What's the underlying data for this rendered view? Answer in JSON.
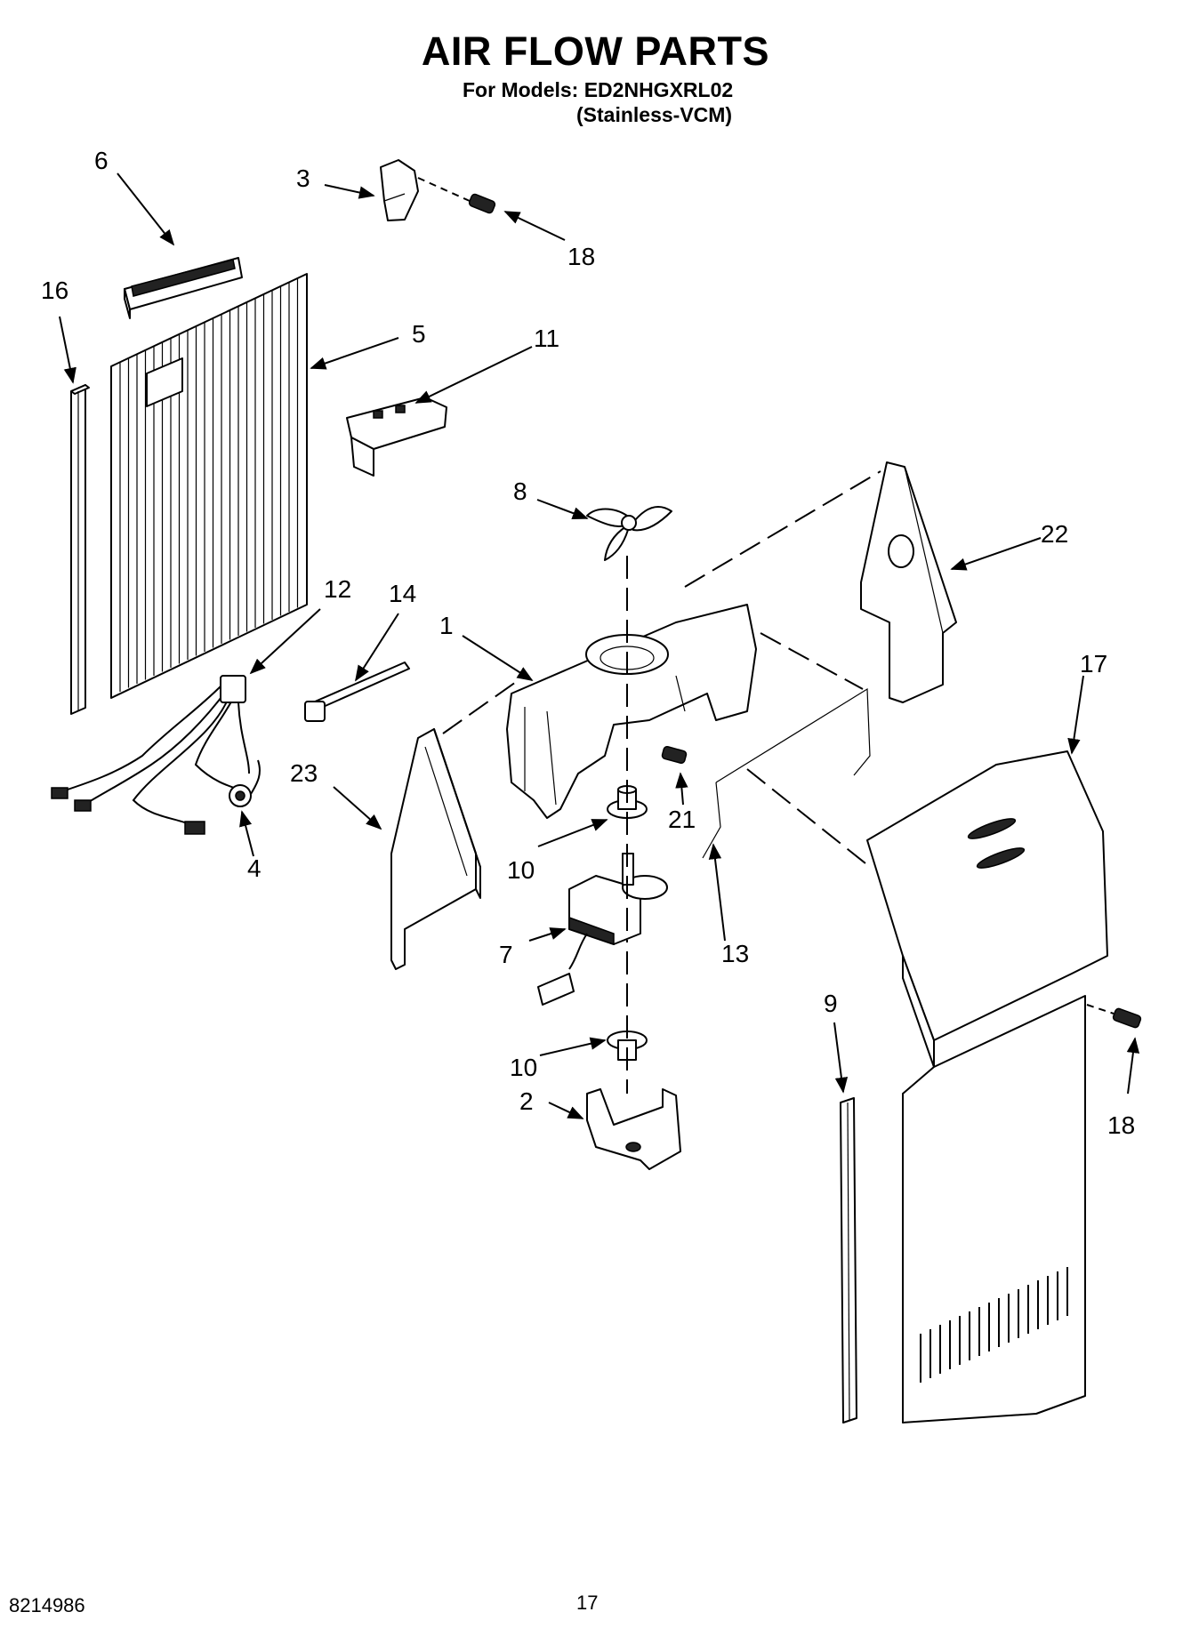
{
  "header": {
    "title": "AIR FLOW PARTS",
    "models_line": "For Models: ED2NHGXRL02",
    "variant_line": "(Stainless-VCM)"
  },
  "footer": {
    "doc_number": "8214986",
    "page_number": "17"
  },
  "callouts": {
    "c1": "1",
    "c2": "2",
    "c3": "3",
    "c4": "4",
    "c5": "5",
    "c6": "6",
    "c7": "7",
    "c8": "8",
    "c9": "9",
    "c10a": "10",
    "c10b": "10",
    "c11": "11",
    "c12": "12",
    "c13": "13",
    "c14": "14",
    "c16": "16",
    "c17": "17",
    "c18a": "18",
    "c18b": "18",
    "c21": "21",
    "c22": "22",
    "c23": "23"
  }
}
